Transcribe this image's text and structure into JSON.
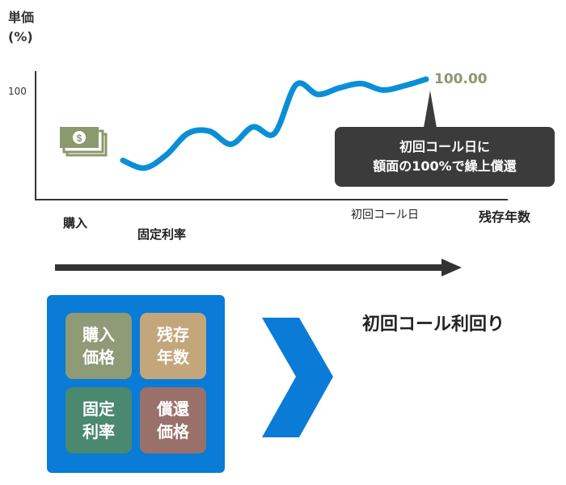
{
  "chart": {
    "y_label_line1": "単価",
    "y_label_line2": "(%)",
    "y_tick": "100",
    "end_value": "100.00",
    "x_axis_label": "残存年数",
    "x_call_label": "初回コール日",
    "purchase_label": "購入",
    "fixed_rate_label": "固定利率",
    "callout_line1": "初回コール日に",
    "callout_line2": "額面の100%で繰上償還"
  },
  "chart_data": {
    "type": "line",
    "ylabel": "単価(%)",
    "xlabel": "残存年数",
    "y_ticks": [
      "100"
    ],
    "series": [
      {
        "values": [
          92.5,
          91.8,
          93.0,
          95.0,
          95.2,
          94.0,
          95.6,
          95.0,
          99.5,
          98.6,
          99.2,
          99.6,
          99.0,
          99.4,
          100.0
        ]
      }
    ],
    "annotations": [
      "100.00",
      "初回コール日に 額面の100%で繰上償還"
    ],
    "colors": {
      "line": "#0a8fd6",
      "end_value": "#8a9a6c",
      "axis": "#333333"
    }
  },
  "factors": {
    "tiles": [
      {
        "line1": "購入",
        "line2": "価格",
        "color": "#8f9a76"
      },
      {
        "line1": "残存",
        "line2": "年数",
        "color": "#c4a67c"
      },
      {
        "line1": "固定",
        "line2": "利率",
        "color": "#4a8870"
      },
      {
        "line1": "償還",
        "line2": "価格",
        "color": "#9a706a"
      }
    ],
    "panel_color": "#0a7bd6",
    "arrow_color": "#0a7bd6",
    "result_label": "初回コール利回り"
  },
  "icons": {
    "money": "money-bills-icon",
    "timeline": "timeline-arrow-icon",
    "chevron": "chevron-right-icon"
  }
}
